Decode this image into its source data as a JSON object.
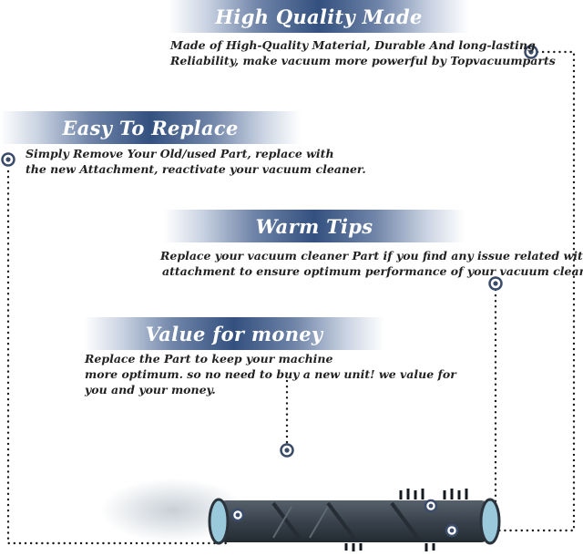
{
  "sections": {
    "high_quality": {
      "title": "High Quality Made",
      "lines": [
        "Made of  High-Quality Material, Durable And long-lasting",
        "Reliability, make vacuum more powerful by Topvacuumparts"
      ]
    },
    "easy_replace": {
      "title": "Easy To Replace",
      "lines": [
        "Simply Remove Your Old/used Part, replace with",
        "the new Attachment, reactivate your vacuum cleaner."
      ]
    },
    "warm_tips": {
      "title": "Warm Tips",
      "lines": [
        "Replace your vacuum cleaner Part if you find any issue related with",
        "attachment to ensure optimum performance of your vacuum cleaner."
      ]
    },
    "value": {
      "title": "Value for money",
      "lines": [
        "Replace the Part to keep your machine",
        "more optimum. so no need to buy a new unit! we value for",
        "you and your money."
      ]
    }
  },
  "colors": {
    "banner_dark": "#33507f",
    "marker_ring": "#3b4c6b",
    "dots": "#1a1a1a",
    "brushroll_body": "#3c4650",
    "brushroll_cap": "#9bc9dc"
  }
}
